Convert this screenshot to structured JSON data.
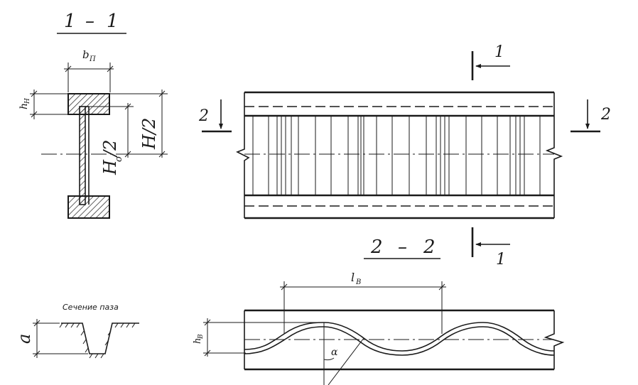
{
  "sections": {
    "s11": {
      "left": "1",
      "dash": "–",
      "right": "1"
    },
    "s22": {
      "left": "2",
      "dash": "–",
      "right": "2"
    }
  },
  "cut_marks": {
    "one": "1",
    "two": "2"
  },
  "dims": {
    "b_p": "b",
    "b_p_sub": "П",
    "h_n": "h",
    "h_n_sub": "Н",
    "h_over_2": "H/2",
    "H": "H",
    "H_sub": "о",
    "l_b": "l",
    "l_b_sub": "В",
    "h_b": "h",
    "h_b_sub": "В",
    "a": "a",
    "alpha": "α"
  },
  "groove": {
    "title": "Сечение паза"
  }
}
